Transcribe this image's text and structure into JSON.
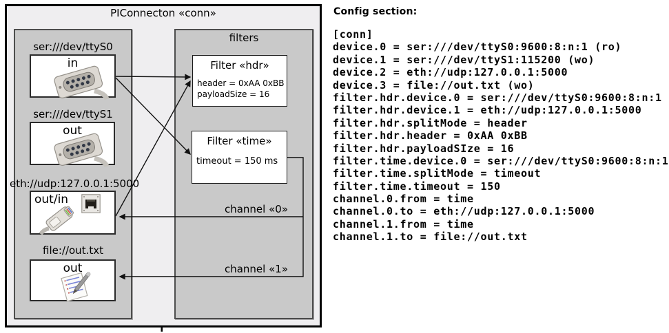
{
  "diagram": {
    "title": "PIConnecton «conn»",
    "devices": [
      {
        "label": "ser:///dev/ttyS0",
        "direction": "in",
        "icon": "serial-connector"
      },
      {
        "label": "ser:///dev/ttyS1",
        "direction": "out",
        "icon": "serial-connector"
      },
      {
        "label": "eth://udp:127.0.0.1:5000",
        "direction": "out/in",
        "icon": "ethernet-port-and-plug"
      },
      {
        "label": "file://out.txt",
        "direction": "out",
        "icon": "notepad-with-pen"
      }
    ],
    "filters_group": {
      "title": "filters"
    },
    "filters": [
      {
        "title": "Filter «hdr»",
        "attrs": [
          "header = 0xAA 0xBB",
          "payloadSize = 16"
        ]
      },
      {
        "title": "Filter «time»",
        "attrs": [
          "timeout = 150 ms"
        ]
      }
    ],
    "channels": [
      {
        "label": "channel «0»"
      },
      {
        "label": "channel «1»"
      }
    ]
  },
  "config": {
    "heading": "Config section:",
    "lines": [
      "[conn]",
      "device.0 = ser:///dev/ttyS0:9600:8:n:1 (ro)",
      "device.1 = ser:///dev/ttyS1:115200 (wo)",
      "device.2 = eth://udp:127.0.0.1:5000",
      "device.3 = file://out.txt (wo)",
      "filter.hdr.device.0 = ser:///dev/ttyS0:9600:8:n:1",
      "filter.hdr.device.1 = eth://udp:127.0.0.1:5000",
      "filter.hdr.splitMode = header",
      "filter.hdr.header = 0xAA 0xBB",
      "filter.hdr.payloadSIze = 16",
      "filter.time.device.0 = ser:///dev/ttyS0:9600:8:n:1",
      "filter.time.splitMode = timeout",
      "filter.time.timeout = 150",
      "channel.0.from = time",
      "channel.0.to = eth://udp:127.0.0.1:5000",
      "channel.1.from = time",
      "channel.1.to = file://out.txt"
    ]
  },
  "colors": {
    "frame_bg": "#efeef0",
    "panel_bg": "#c9c9c9",
    "box_bg": "#ffffff",
    "line": "#111111",
    "text": "#000000"
  }
}
